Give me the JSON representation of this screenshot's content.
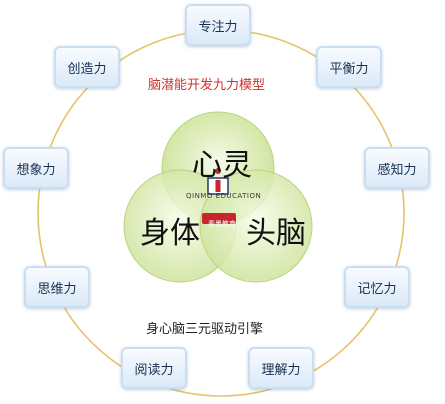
{
  "diagram": {
    "title": "脑潜能开发九力模型",
    "engine_caption": "身心脑三元驱动引擎",
    "circles": {
      "top": "心灵",
      "left": "身体",
      "right": "头脑"
    },
    "logo": {
      "en": "QINMO EDUCATION",
      "cn": "秦墨教育"
    },
    "abilities": [
      "专注力",
      "平衡力",
      "感知力",
      "记忆力",
      "理解力",
      "阅读力",
      "思维力",
      "想象力",
      "创造力"
    ],
    "colors": {
      "ring": "#e6c36a",
      "circle_fill": "#d4e8a6",
      "circle_overlap": "#b3cf7a",
      "title": "#d6302a",
      "logo_red": "#c8262e"
    }
  }
}
